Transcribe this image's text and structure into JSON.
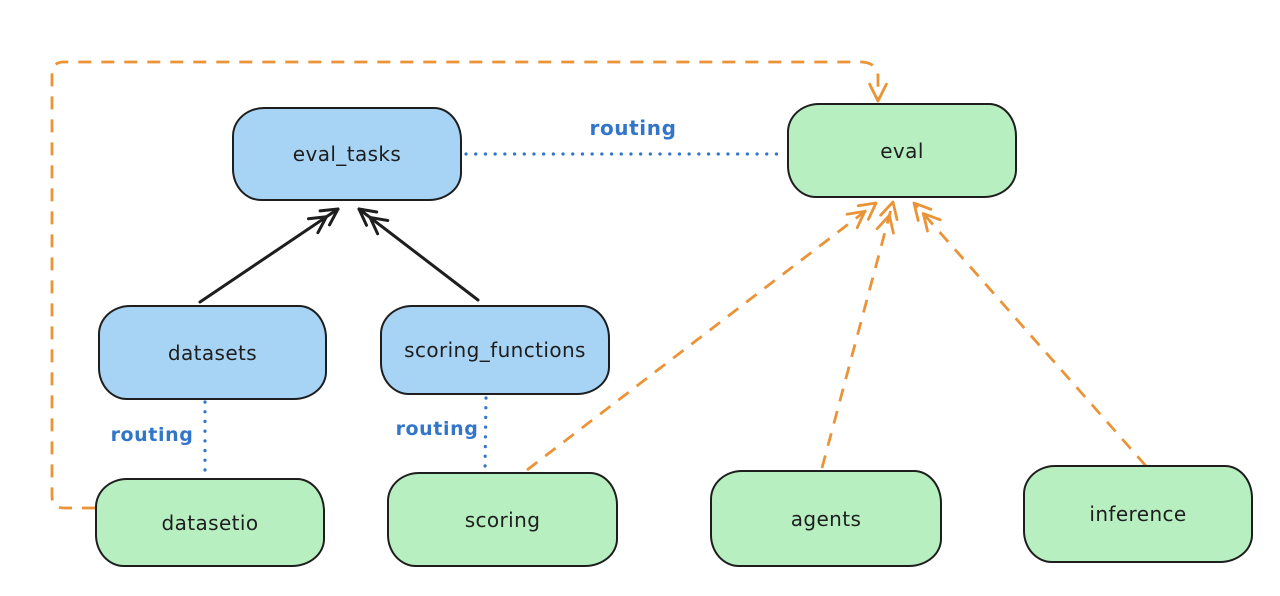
{
  "diagram": {
    "background": "#ffffff",
    "colors": {
      "blue-fill": "#a7d3f4",
      "green-fill": "#b7efc1",
      "stroke-dark": "#1e1e1e",
      "orange-line": "#eb9337",
      "blue-line": "#3376c9"
    },
    "nodes": [
      {
        "id": "eval_tasks",
        "label": "eval_tasks",
        "fill": "blue"
      },
      {
        "id": "eval",
        "label": "eval",
        "fill": "green"
      },
      {
        "id": "datasets",
        "label": "datasets",
        "fill": "blue"
      },
      {
        "id": "scoring_functions",
        "label": "scoring_functions",
        "fill": "blue"
      },
      {
        "id": "datasetio",
        "label": "datasetio",
        "fill": "green"
      },
      {
        "id": "scoring",
        "label": "scoring",
        "fill": "green"
      },
      {
        "id": "agents",
        "label": "agents",
        "fill": "green"
      },
      {
        "id": "inference",
        "label": "inference",
        "fill": "green"
      }
    ],
    "edges": [
      {
        "from": "datasets",
        "to": "eval_tasks",
        "style": "solid-arrow",
        "color": "black",
        "label": ""
      },
      {
        "from": "scoring_functions",
        "to": "eval_tasks",
        "style": "solid-arrow",
        "color": "black",
        "label": ""
      },
      {
        "from": "eval_tasks",
        "to": "eval",
        "style": "dotted-line",
        "color": "blue",
        "label": "routing"
      },
      {
        "from": "datasets",
        "to": "datasetio",
        "style": "dotted-line",
        "color": "blue",
        "label": "routing"
      },
      {
        "from": "scoring_functions",
        "to": "scoring",
        "style": "dotted-line",
        "color": "blue",
        "label": "routing"
      },
      {
        "from": "datasetio",
        "to": "eval",
        "style": "dashed-arrow",
        "color": "orange",
        "label": ""
      },
      {
        "from": "scoring",
        "to": "eval",
        "style": "dashed-arrow",
        "color": "orange",
        "label": ""
      },
      {
        "from": "agents",
        "to": "eval",
        "style": "dashed-arrow",
        "color": "orange",
        "label": ""
      },
      {
        "from": "inference",
        "to": "eval",
        "style": "dashed-arrow",
        "color": "orange",
        "label": ""
      }
    ]
  }
}
